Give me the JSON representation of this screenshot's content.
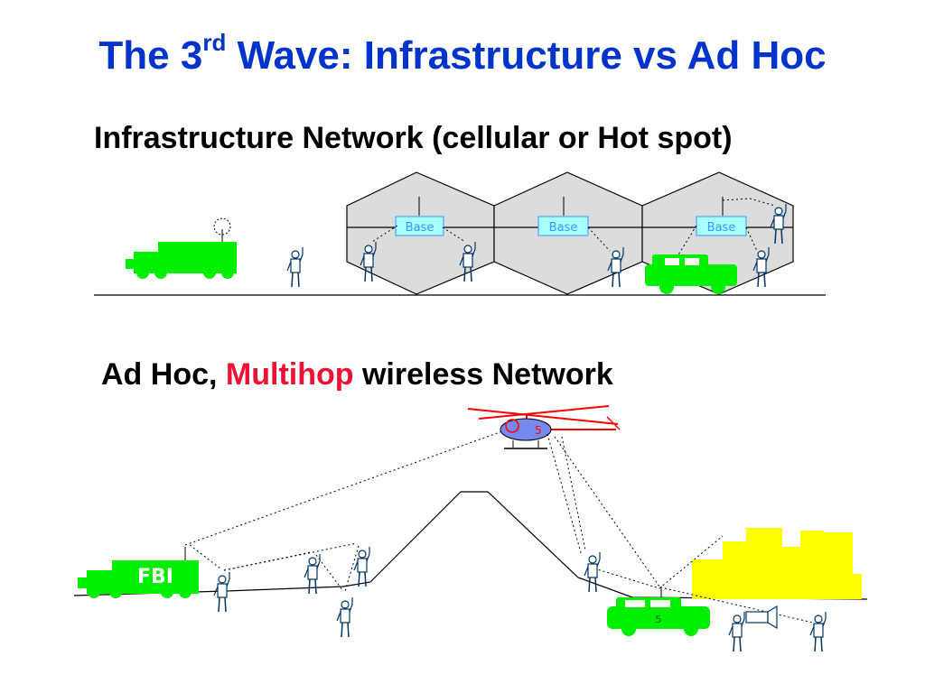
{
  "title": {
    "prefix": "The 3",
    "sup": "rd",
    "suffix": " Wave: Infrastructure vs Ad Hoc"
  },
  "infrastructure": {
    "heading": "Infrastructure Network (cellular or Hot spot)",
    "base_label": "Base"
  },
  "adhoc": {
    "heading_part1": "Ad Hoc, ",
    "heading_highlight": "Multihop",
    "heading_part2": " wireless Network",
    "truck_label": "FBI",
    "helicopter_label": "5",
    "car_label": "5"
  },
  "colors": {
    "title": "#0033cc",
    "highlight": "#ee1133",
    "vehicle": "#00ee00",
    "base_fill": "#aaffff",
    "base_text": "#3399ff",
    "cell": "#dcdcdc",
    "helicopter": "#7788ee",
    "rotor": "#ff0000",
    "buildings": "#ffff00"
  }
}
